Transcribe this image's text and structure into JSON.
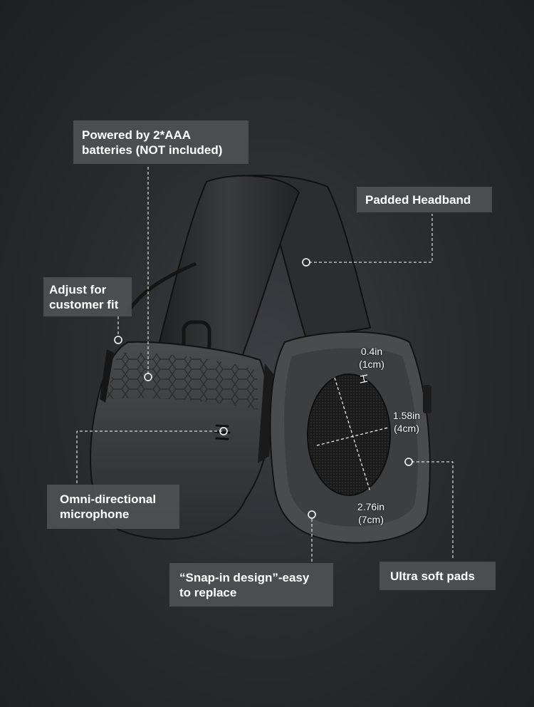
{
  "callouts": {
    "batteries": {
      "line1": "Powered by 2*AAA",
      "line2": "batteries (NOT included)"
    },
    "headband": {
      "text": "Padded Headband"
    },
    "adjust": {
      "line1": "Adjust for",
      "line2": "customer fit"
    },
    "microphone": {
      "line1": "Omni-directional",
      "line2": "microphone"
    },
    "snap_in": {
      "line1": "“Snap-in design”-easy",
      "line2": "to replace"
    },
    "pads": {
      "text": "Ultra soft pads"
    }
  },
  "dimensions": {
    "top": {
      "value": "0.4in",
      "metric": "(1cm)"
    },
    "side": {
      "value": "1.58in",
      "metric": "(4cm)"
    },
    "bottom": {
      "value": "2.76in",
      "metric": "(7cm)"
    }
  },
  "colors": {
    "background": "#2a2d30",
    "label_bg": "#4e5154",
    "text": "#ffffff"
  }
}
